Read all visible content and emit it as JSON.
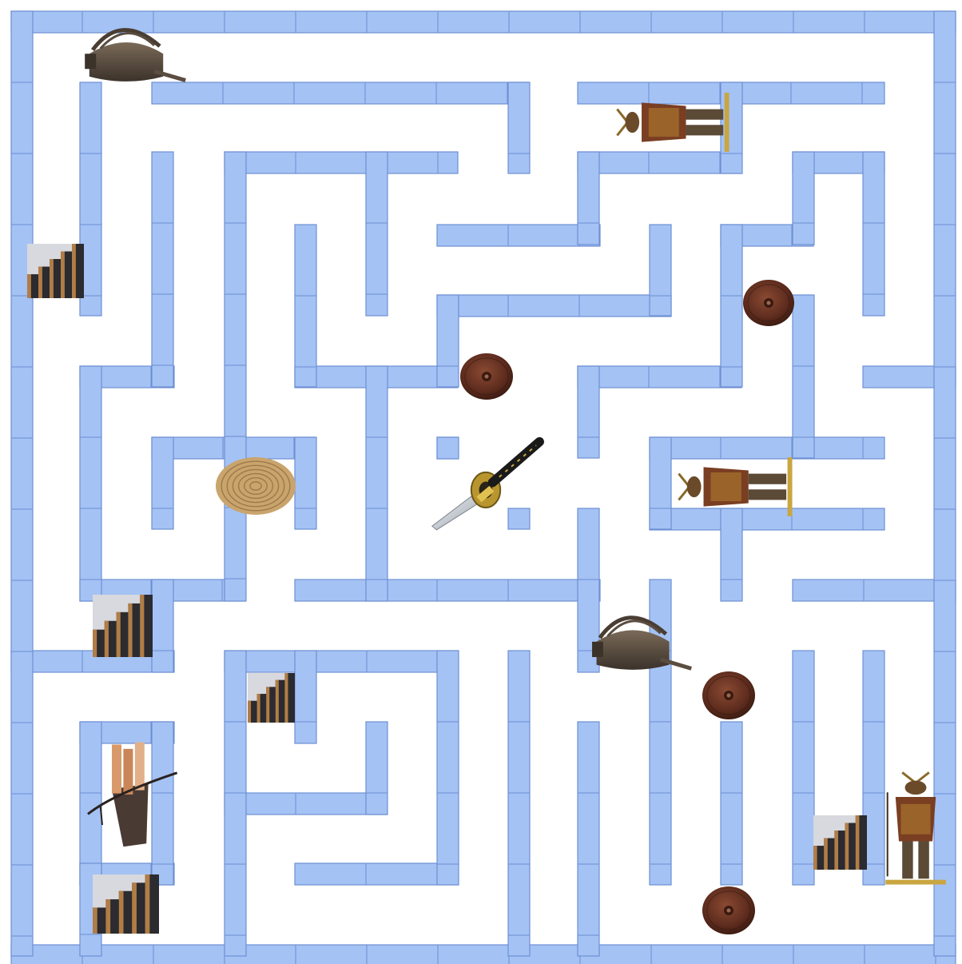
{
  "game": {
    "kind": "maze",
    "wall_color": "#a4c2f4",
    "wall_outline_color": "#6d8fd3",
    "floor_color": "#ffffff"
  },
  "items": [
    {
      "id": "iron-helmet-1",
      "icon": "iron-helmet-icon"
    },
    {
      "id": "samurai-1",
      "icon": "samurai-warrior-icon"
    },
    {
      "id": "stairs-1",
      "icon": "stairs-icon"
    },
    {
      "id": "bronze-disc-1",
      "icon": "bronze-disc-icon"
    },
    {
      "id": "bronze-disc-2",
      "icon": "bronze-disc-icon"
    },
    {
      "id": "straw-mat-1",
      "icon": "woven-mat-icon"
    },
    {
      "id": "katana-1",
      "icon": "katana-sword-icon"
    },
    {
      "id": "samurai-2",
      "icon": "samurai-warrior-icon"
    },
    {
      "id": "stairs-2",
      "icon": "stairs-icon"
    },
    {
      "id": "iron-helmet-2",
      "icon": "iron-helmet-icon"
    },
    {
      "id": "stairs-3",
      "icon": "stairs-icon"
    },
    {
      "id": "bronze-disc-3",
      "icon": "bronze-disc-icon"
    },
    {
      "id": "armor-piece-1",
      "icon": "armor-plate-icon"
    },
    {
      "id": "stairs-4",
      "icon": "stairs-icon"
    },
    {
      "id": "stairs-5",
      "icon": "stairs-icon"
    },
    {
      "id": "samurai-3",
      "icon": "samurai-warrior-icon"
    },
    {
      "id": "bronze-disc-4",
      "icon": "bronze-disc-icon"
    }
  ]
}
